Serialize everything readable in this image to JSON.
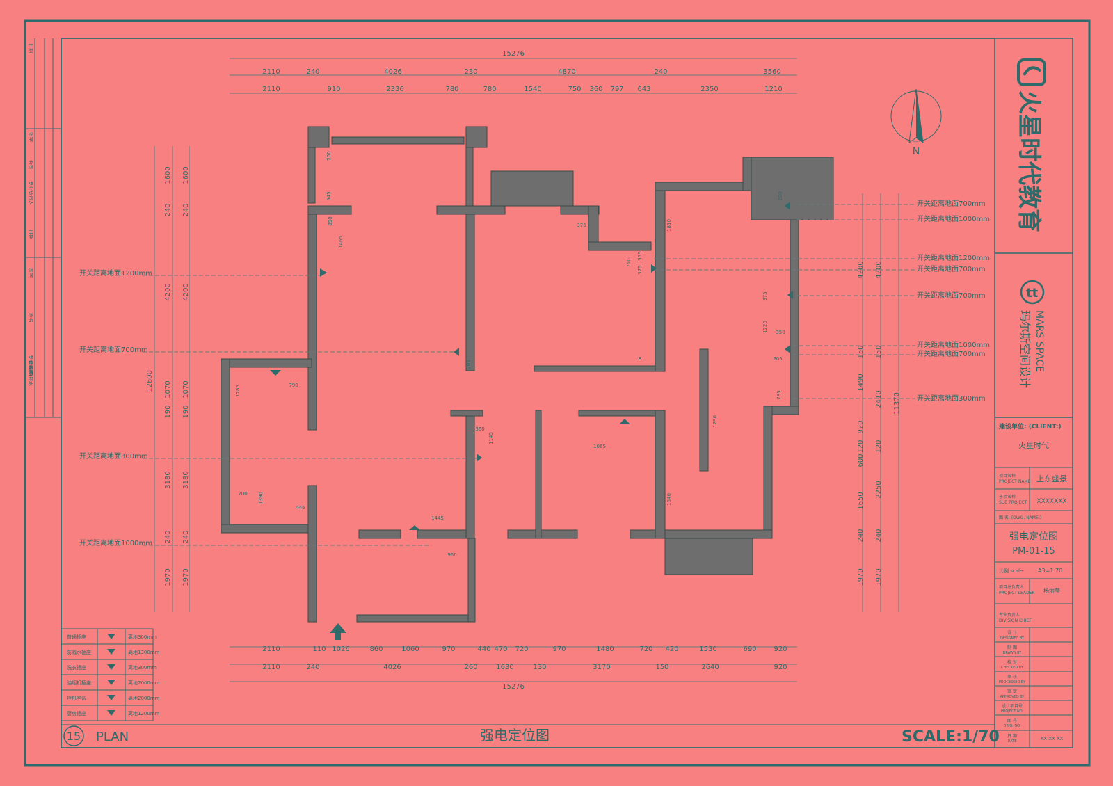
{
  "title_block": {
    "company_logo_text": "火星时代教育",
    "sub_brand_en": "MARS SPACE",
    "sub_brand_cn": "玛尔斯空间设计",
    "client_label": "建设单位: (CLIENT:)",
    "client_value": "火星时代",
    "project_name_label_cn": "项目名称",
    "project_name_label_en": "PROJECT NAME",
    "project_name_value": "上东盛景",
    "sub_project_label_cn": "子项名称",
    "sub_project_label_en": "SUB PROJECT",
    "sub_project_value": "XXXXXXX",
    "dwg_name_label": "图  名: (DWG. NAME:)",
    "drawing_title": "强电定位图",
    "drawing_number": "PM-01-15",
    "scale_label": "比例 scale:",
    "scale_value": "A3=1:70",
    "project_leader_label_cn": "项目总负责人",
    "project_leader_label_en": "PROJECT LEADER",
    "project_leader_value": "杨丽莹",
    "division_chief_label_cn": "专业负责人",
    "division_chief_label_en": "DIVISION CHIEF",
    "sign_rows": [
      {
        "cn": "设  计",
        "en": "DESIGNED BY"
      },
      {
        "cn": "制  图",
        "en": "DRAWN BY"
      },
      {
        "cn": "校  对",
        "en": "CHECKED BY"
      },
      {
        "cn": "审  核",
        "en": "PROCESSED BY"
      },
      {
        "cn": "审  定",
        "en": "APPROVED BY"
      },
      {
        "cn": "设计项目号",
        "en": "PROJECT NO."
      },
      {
        "cn": "图  号",
        "en": "DWG. NO."
      },
      {
        "cn": "日  期",
        "en": "DATE"
      }
    ],
    "date_value": "XX XX XX"
  },
  "footer": {
    "sheet_number": "15",
    "view_label": "PLAN",
    "title": "强电定位图",
    "scale": "SCALE:1/70"
  },
  "north_label": "N",
  "dims_top_row1": [
    "2110",
    "240",
    "4026",
    "230",
    "4870",
    "240",
    "3560"
  ],
  "dims_top_row2": [
    "2110",
    "910",
    "2336",
    "780",
    "780",
    "1540",
    "750",
    "360",
    "797",
    "643",
    "2350",
    "1210"
  ],
  "dims_top_total": "15276",
  "dims_bottom_row1": [
    "2110",
    "110",
    "1026",
    "860",
    "1060",
    "970",
    "440",
    "470",
    "720",
    "970",
    "1480",
    "720",
    "420",
    "1530",
    "690",
    "920"
  ],
  "dims_bottom_row2": [
    "2110",
    "240",
    "4026",
    "260",
    "1630",
    "130",
    "3170",
    "150",
    "2640",
    "920"
  ],
  "dims_bottom_total": "15276",
  "dims_left": [
    "1600",
    "240",
    "4200",
    "1070",
    "190",
    "3180",
    "240",
    "1970"
  ],
  "dims_left_total": "12600",
  "dims_right_a": [
    "4200",
    "150",
    "1490",
    "920",
    "120",
    "600",
    "1650",
    "240",
    "1970"
  ],
  "dims_right_b": [
    "4200",
    "150",
    "2410",
    "120",
    "2250",
    "240",
    "1970"
  ],
  "dims_right_total": "11370",
  "annotations_left": [
    "开关距离地面1200mm",
    "开关距离地面700mm",
    "开关距离地面300mm",
    "开关距离地面1000mm"
  ],
  "annotations_right": [
    "开关距离地面700mm",
    "开关距离地面1000mm",
    "开关距离地面1200mm",
    "开关距离地面700mm",
    "开关距离地面700mm",
    "开关距离地面1000mm",
    "开关距离地面700mm",
    "开关距离地面300mm"
  ],
  "interior_dims": [
    "200",
    "545",
    "890",
    "1465",
    "375",
    "710",
    "375",
    "355",
    "1810",
    "375",
    "1220",
    "350",
    "205",
    "285",
    "790",
    "1285",
    "360",
    "1145",
    "1065",
    "700",
    "1390",
    "446",
    "1445",
    "960",
    "1290",
    "785",
    "1640",
    "290",
    "8"
  ],
  "legend": [
    {
      "name": "普通插座",
      "note": "离地300mm"
    },
    {
      "name": "防溅水插座",
      "note": "离地1300mm"
    },
    {
      "name": "洗衣插座",
      "note": "离地300mm"
    },
    {
      "name": "油烟机插座",
      "note": "离地2000mm"
    },
    {
      "name": "挂机空调",
      "note": "离地2000mm"
    },
    {
      "name": "厨房插座",
      "note": "离地1200mm"
    }
  ],
  "left_strip_labels": [
    "日期",
    "签字",
    "会签",
    "专业负责人",
    "日期",
    "签字",
    "姓名",
    "专业名称",
    "建筑",
    "结构",
    "给排水"
  ],
  "colors": {
    "background": "#f98080",
    "line": "#2f6b6b",
    "wall": "#6e6e6e"
  }
}
